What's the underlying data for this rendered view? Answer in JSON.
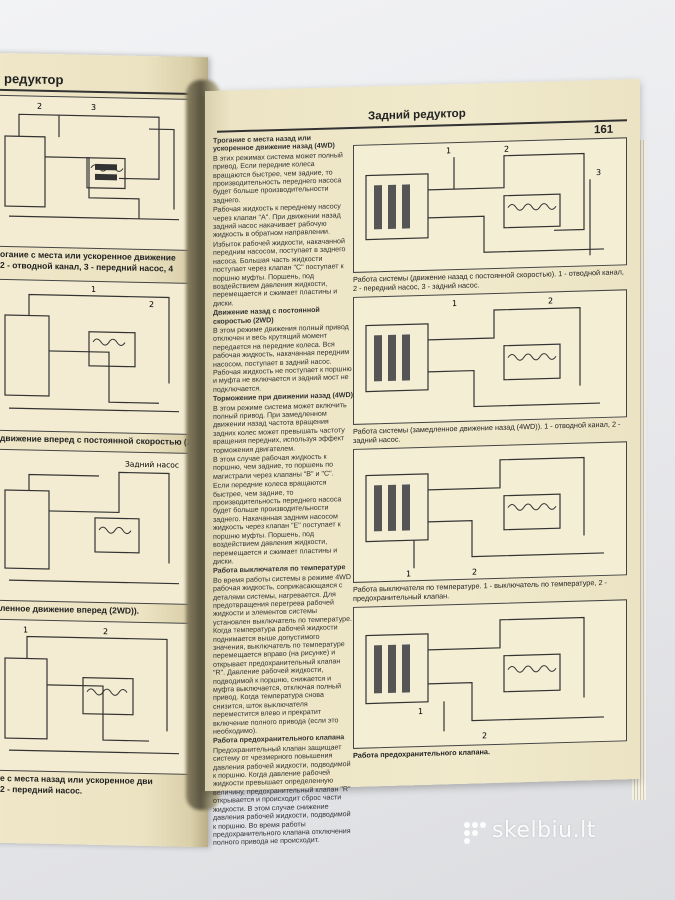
{
  "left_page": {
    "header": "редуктор",
    "captions": [
      "огание с места или ускоренное движение",
      "2 - отводной канал, 3 - передний насос, 4",
      "движение вперед с постоянной скоростью (2WD)",
      "ленное движение вперед (2WD)).",
      "е с места назад или ускоренное дви",
      "2 - передний насос."
    ],
    "fig_labels": {
      "fig3_note": "Задний насос"
    }
  },
  "right_page": {
    "header": "Задний редуктор",
    "page_number": "161",
    "text_column": [
      {
        "t": "Трогание с места назад или ускоренное движение назад (4WD)",
        "h": true
      },
      {
        "t": "В этих режимах система может полный привод. Если передние колеса вращаются быстрее, чем задние, то производительность переднего насоса будет больше производительности заднего."
      },
      {
        "t": "Рабочая жидкость к переднему насосу через клапан \"A\". При движении назад задний насос накачивает рабочую жидкость в обратном направлении."
      },
      {
        "t": "Избыток рабочей жидкости, накачанной передним насосом, поступает в заднего насоса. Большая часть жидкости поступает через клапан \"C\" поступает к поршню муфты. Поршень, под воздействием давления жидкости, перемещается и сжимает пластины и диски."
      },
      {
        "t": "Движение назад с постоянной скоростью (2WD)",
        "h": true
      },
      {
        "t": "В этом режиме движения полный привод отключен и весь крутящий момент передается на передние колеса. Вся рабочая жидкость, накачанная передним насосом, поступает в задний насос. Рабочая жидкость не поступает к поршню и муфта не включается и задний мост не подключается."
      },
      {
        "t": "Торможение при движении назад (4WD)",
        "h": true
      },
      {
        "t": "В этом режиме система может включить полный привод. При замедленном движении назад частота вращения задних колес может превышать частоту вращения передних, используя эффект торможения двигателем."
      },
      {
        "t": "В этом случае рабочая жидкость к поршню, чем задние, то поршень по магистрали через клапаны \"B\" и \"C\"."
      },
      {
        "t": "Если передние колеса вращаются быстрее, чем задние, то производительность переднего насоса будет больше производительности заднего. Накачанная задним насосом жидкость через клапан \"E\" поступает к поршню муфты. Поршень, под воздействием давления жидкости, перемещается и сжимает пластины и диски."
      },
      {
        "t": "Работа выключателя по температуре",
        "h": true
      },
      {
        "t": "Во время работы системы в режиме 4WD рабочая жидкость, соприкасающаяся с деталями системы, нагревается. Для предотвращения перегрева рабочей жидкости и элементов системы установлен выключатель по температуре. Когда температура рабочей жидкости поднимается выше допустимого значения, выключатель по температуре перемещается вправо (на рисунке) и открывает предохранительный клапан \"R\". Давление рабочей жидкости, подводимой к поршню, снижается и муфта выключается, отключая полный привод. Когда температура снова снизится, шток выключателя переместится влево и прекратит включение полного привода (если это необходимо)."
      },
      {
        "t": "Работа предохранительного клапана",
        "h": true
      },
      {
        "t": "Предохранительный клапан защищает систему от чрезмерного повышения давления рабочей жидкости, подводимой к поршню. Когда давление рабочей жидкости превышает определенную величину, предохранительный клапан \"R\" открывается и происходит сброс части жидкости. В этом случае снижение давления рабочей жидкости, подводимой к поршню. Во время работы предохранительного клапана отключения полного привода не происходит."
      }
    ],
    "figure_labels": {
      "fig1": [
        "1",
        "2",
        "3"
      ],
      "fig2": [
        "1",
        "2"
      ],
      "fig3": [
        "1",
        "2"
      ],
      "fig4": [
        "1",
        "2"
      ]
    },
    "captions": [
      "Работа системы (движение назад с постоянной скоростью). 1 - отводной канал, 2 - передний насос, 3 - задний насос.",
      "Работа системы (замедленное движение назад (4WD)). 1 - отводной канал, 2 - задний насос.",
      "Работа выключателя по температуре. 1 - выключатель по температуре, 2 - предохранительный клапан.",
      "Работа предохранительного клапана."
    ]
  },
  "watermark": "skelbiu.lt",
  "colors": {
    "paper": "#efe7c8",
    "ink": "#2a2a2a",
    "background": "#e9eaec"
  }
}
